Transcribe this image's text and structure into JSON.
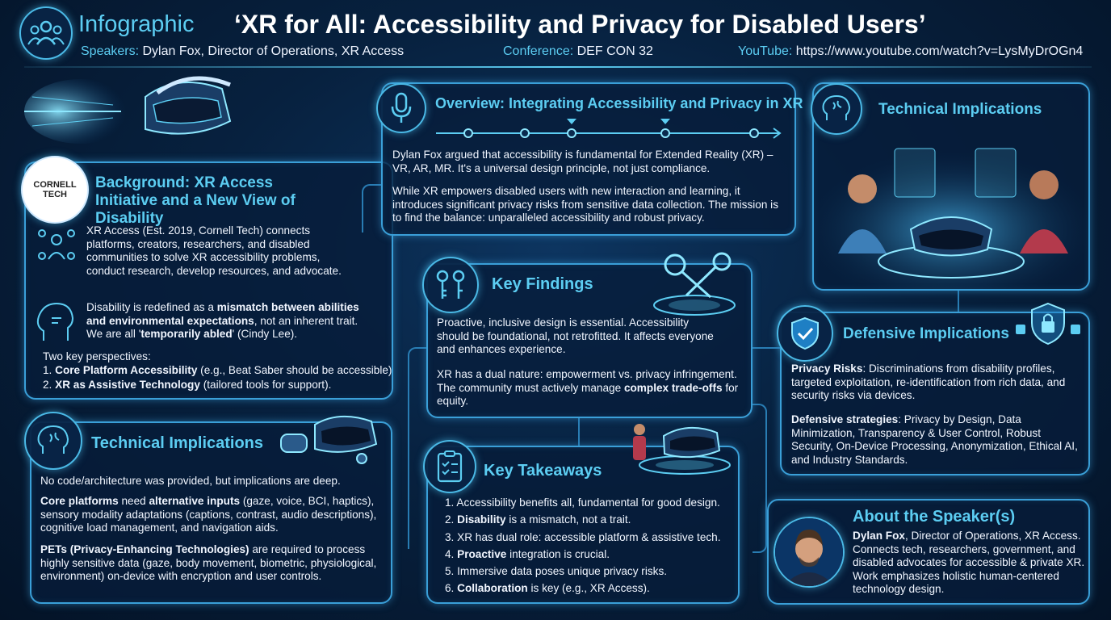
{
  "header": {
    "label": "Infographic",
    "title": "‘XR for All: Accessibility and Privacy for Disabled Users’",
    "speakers_key": "Speakers:",
    "speakers_val": "Dylan Fox, Director of Operations, XR Access",
    "conference_key": "Conference:",
    "conference_val": "DEF CON 32",
    "youtube_key": "YouTube:",
    "youtube_val": "https://www.youtube.com/watch?v=LysMyDrOGn4"
  },
  "background": {
    "logo_line1": "CORNELL",
    "logo_line2": "TECH",
    "title": "Background: XR Access Initiative and a New View of Disability",
    "p1": "XR Access (Est. 2019, Cornell Tech) connects platforms, creators, researchers, and disabled communities to solve XR accessibility problems, conduct research, develop resources, and advocate.",
    "p2_pre": "Disability is redefined as a ",
    "p2_bold1": "mismatch between abilities and environmental expectations",
    "p2_mid": ", not an inherent trait. We are all '",
    "p2_bold2": "temporarily abled",
    "p2_post": "' (Cindy Lee).",
    "perspectives_label": "Two key perspectives:",
    "persp1_num": "1. ",
    "persp1_bold": "Core Platform Accessibility",
    "persp1_rest": " (e.g., Beat Saber should be accessible)",
    "persp2_num": "2. ",
    "persp2_bold": "XR as Assistive Technology",
    "persp2_rest": " (tailored tools for support)."
  },
  "overview": {
    "title": "Overview: Integrating Accessibility and Privacy in XR",
    "p1": "Dylan Fox argued that accessibility is fundamental for Extended Reality (XR) – VR, AR, MR. It's a universal design principle, not just compliance.",
    "p2": "While XR empowers disabled users with new interaction and learning, it introduces significant privacy risks from sensitive data collection. The mission is to find the balance: unparalleled accessibility and robust privacy."
  },
  "tech_right": {
    "title": "Technical Implications"
  },
  "key_findings": {
    "title": "Key Findings",
    "p1": "Proactive, inclusive design is essential. Accessibility should be foundational, not retrofitted. It affects everyone and enhances experience.",
    "p2_pre": "XR has a dual nature: empowerment vs. privacy infringement. The community must actively manage ",
    "p2_bold": "complex trade-offs",
    "p2_post": " for equity."
  },
  "defensive": {
    "title": "Defensive Implications",
    "risks_bold": "Privacy Risks",
    "risks_rest": ": Discriminations from disability profiles, targeted exploitation, re-identification from rich data, and security risks via devices.",
    "strat_bold": "Defensive strategies",
    "strat_rest": ": Privacy by Design, Data Minimization, Transparency & User Control, Robust Security, On-Device Processing, Anonymization, Ethical AI, and Industry Standards."
  },
  "tech_left": {
    "title": "Technical Implications",
    "p1": "No code/architecture was provided, but implications are deep.",
    "p2_bold1": "Core platforms",
    "p2_mid1": " need ",
    "p2_bold2": "alternative inputs",
    "p2_rest": " (gaze, voice, BCI, haptics), sensory modality adaptations (captions, contrast, audio descriptions), cognitive load management, and navigation aids.",
    "p3_bold": "PETs (Privacy-Enhancing Technologies)",
    "p3_rest": " are required to process highly sensitive data (gaze, body movement, biometric, physiological, environment) on-device with encryption and user controls."
  },
  "takeaways": {
    "title": "Key Takeaways",
    "items": [
      {
        "num": "1. ",
        "bold": "",
        "rest": "Accessibility benefits all, fundamental for good design."
      },
      {
        "num": "2. ",
        "bold": "Disability",
        "rest": " is a mismatch, not a trait."
      },
      {
        "num": "3. ",
        "bold": "",
        "rest": "XR has dual role: accessible platform & assistive tech."
      },
      {
        "num": "4. ",
        "bold": "Proactive",
        "rest": " integration is crucial."
      },
      {
        "num": "5. ",
        "bold": "",
        "rest": "Immersive data poses unique privacy risks."
      },
      {
        "num": "6. ",
        "bold": "Collaboration",
        "rest": " is key (e.g., XR Access)."
      }
    ]
  },
  "speaker": {
    "title": "About the Speaker(s)",
    "name_bold": "Dylan Fox",
    "rest": ", Director of Operations, XR Access. Connects tech, researchers, government, and disabled advocates for accessible & private XR. Work emphasizes holistic human-centered technology design."
  },
  "icons": {
    "logo": "people-group-icon",
    "microphone": "microphone-icon",
    "brain": "brain-icon",
    "keys": "keys-icon",
    "shield": "shield-check-icon",
    "checklist": "checklist-icon",
    "avatar": "speaker-avatar"
  },
  "colors": {
    "accent": "#5ccdf2",
    "border": "#3a9fd8",
    "background": "#07213f"
  }
}
